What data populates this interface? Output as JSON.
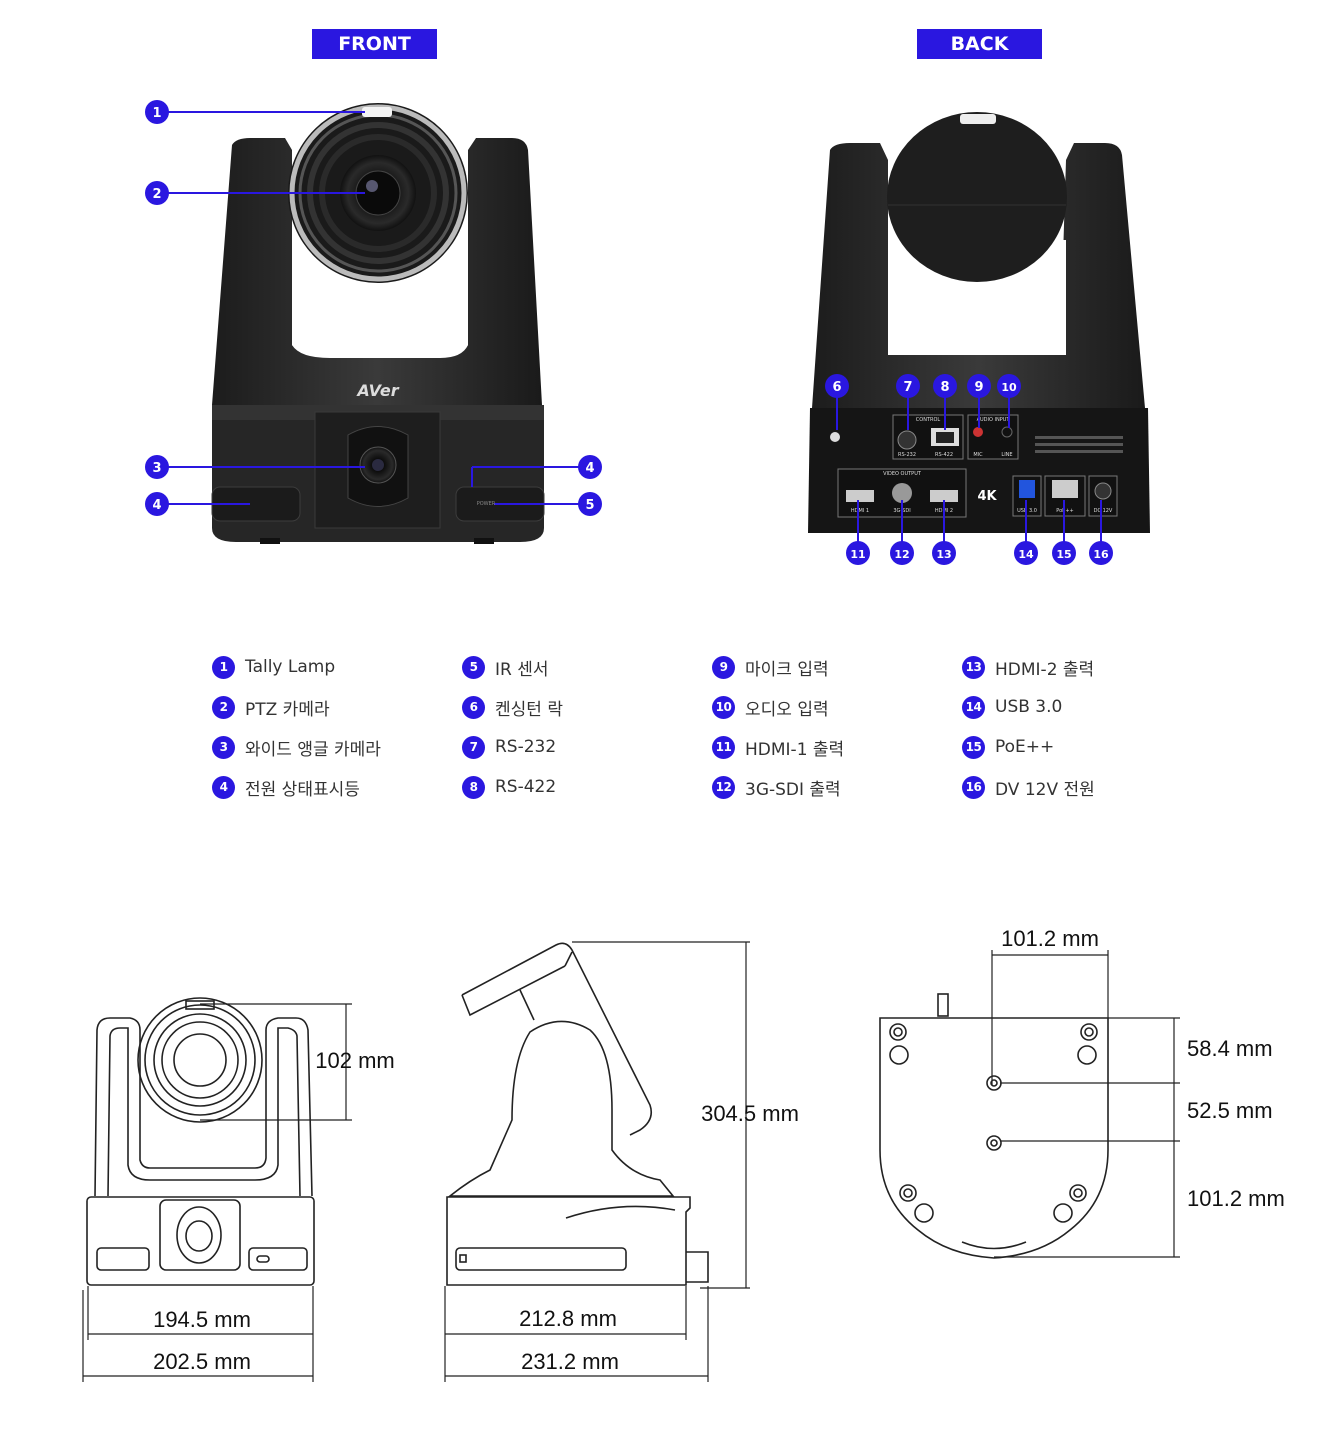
{
  "front_label": "FRONT",
  "back_label": "BACK",
  "brand": "AVer",
  "accent_color": "#2a17e0",
  "front_callouts": [
    "1",
    "2",
    "3",
    "4",
    "4",
    "5"
  ],
  "back_callouts": [
    "6",
    "7",
    "8",
    "9",
    "10",
    "11",
    "12",
    "13",
    "14",
    "15",
    "16"
  ],
  "back_panel": {
    "control": "CONTROL",
    "audio_input": "AUDIO INPUT",
    "video_output": "VIDEO OUTPUT",
    "rs232": "RS-232",
    "rs422": "RS-422",
    "mic": "MIC",
    "line": "LINE",
    "hdmi1": "HDMI 1",
    "sdi": "3G-SDI",
    "hdmi2": "HDMI 2",
    "k4": "4K",
    "usb": "USB 3.0",
    "poe": "PoE++",
    "dc": "DC 12V",
    "power": "POWER"
  },
  "legend": [
    {
      "num": "1",
      "label": "Tally Lamp"
    },
    {
      "num": "2",
      "label": "PTZ 카메라"
    },
    {
      "num": "3",
      "label": "와이드 앵글 카메라"
    },
    {
      "num": "4",
      "label": "전원 상태표시등"
    },
    {
      "num": "5",
      "label": "IR 센서"
    },
    {
      "num": "6",
      "label": "켄싱턴 락"
    },
    {
      "num": "7",
      "label": "RS-232"
    },
    {
      "num": "8",
      "label": "RS-422"
    },
    {
      "num": "9",
      "label": "마이크 입력"
    },
    {
      "num": "10",
      "label": "오디오 입력"
    },
    {
      "num": "11",
      "label": "HDMI-1 출력"
    },
    {
      "num": "12",
      "label": "3G-SDI 출력"
    },
    {
      "num": "13",
      "label": "HDMI-2 출력"
    },
    {
      "num": "14",
      "label": "USB 3.0"
    },
    {
      "num": "15",
      "label": "PoE++"
    },
    {
      "num": "16",
      "label": "DV 12V 전원"
    }
  ],
  "dimensions": {
    "front_lens_height": "102 mm",
    "front_base_width": "194.5 mm",
    "front_total_width": "202.5 mm",
    "side_height": "304.5 mm",
    "side_base_depth": "212.8 mm",
    "side_total_depth": "231.2 mm",
    "bottom_hole_spacing": "101.2 mm",
    "bottom_top_offset": "58.4 mm",
    "bottom_hole_gap": "52.5 mm",
    "bottom_rear_offset": "101.2 mm"
  }
}
